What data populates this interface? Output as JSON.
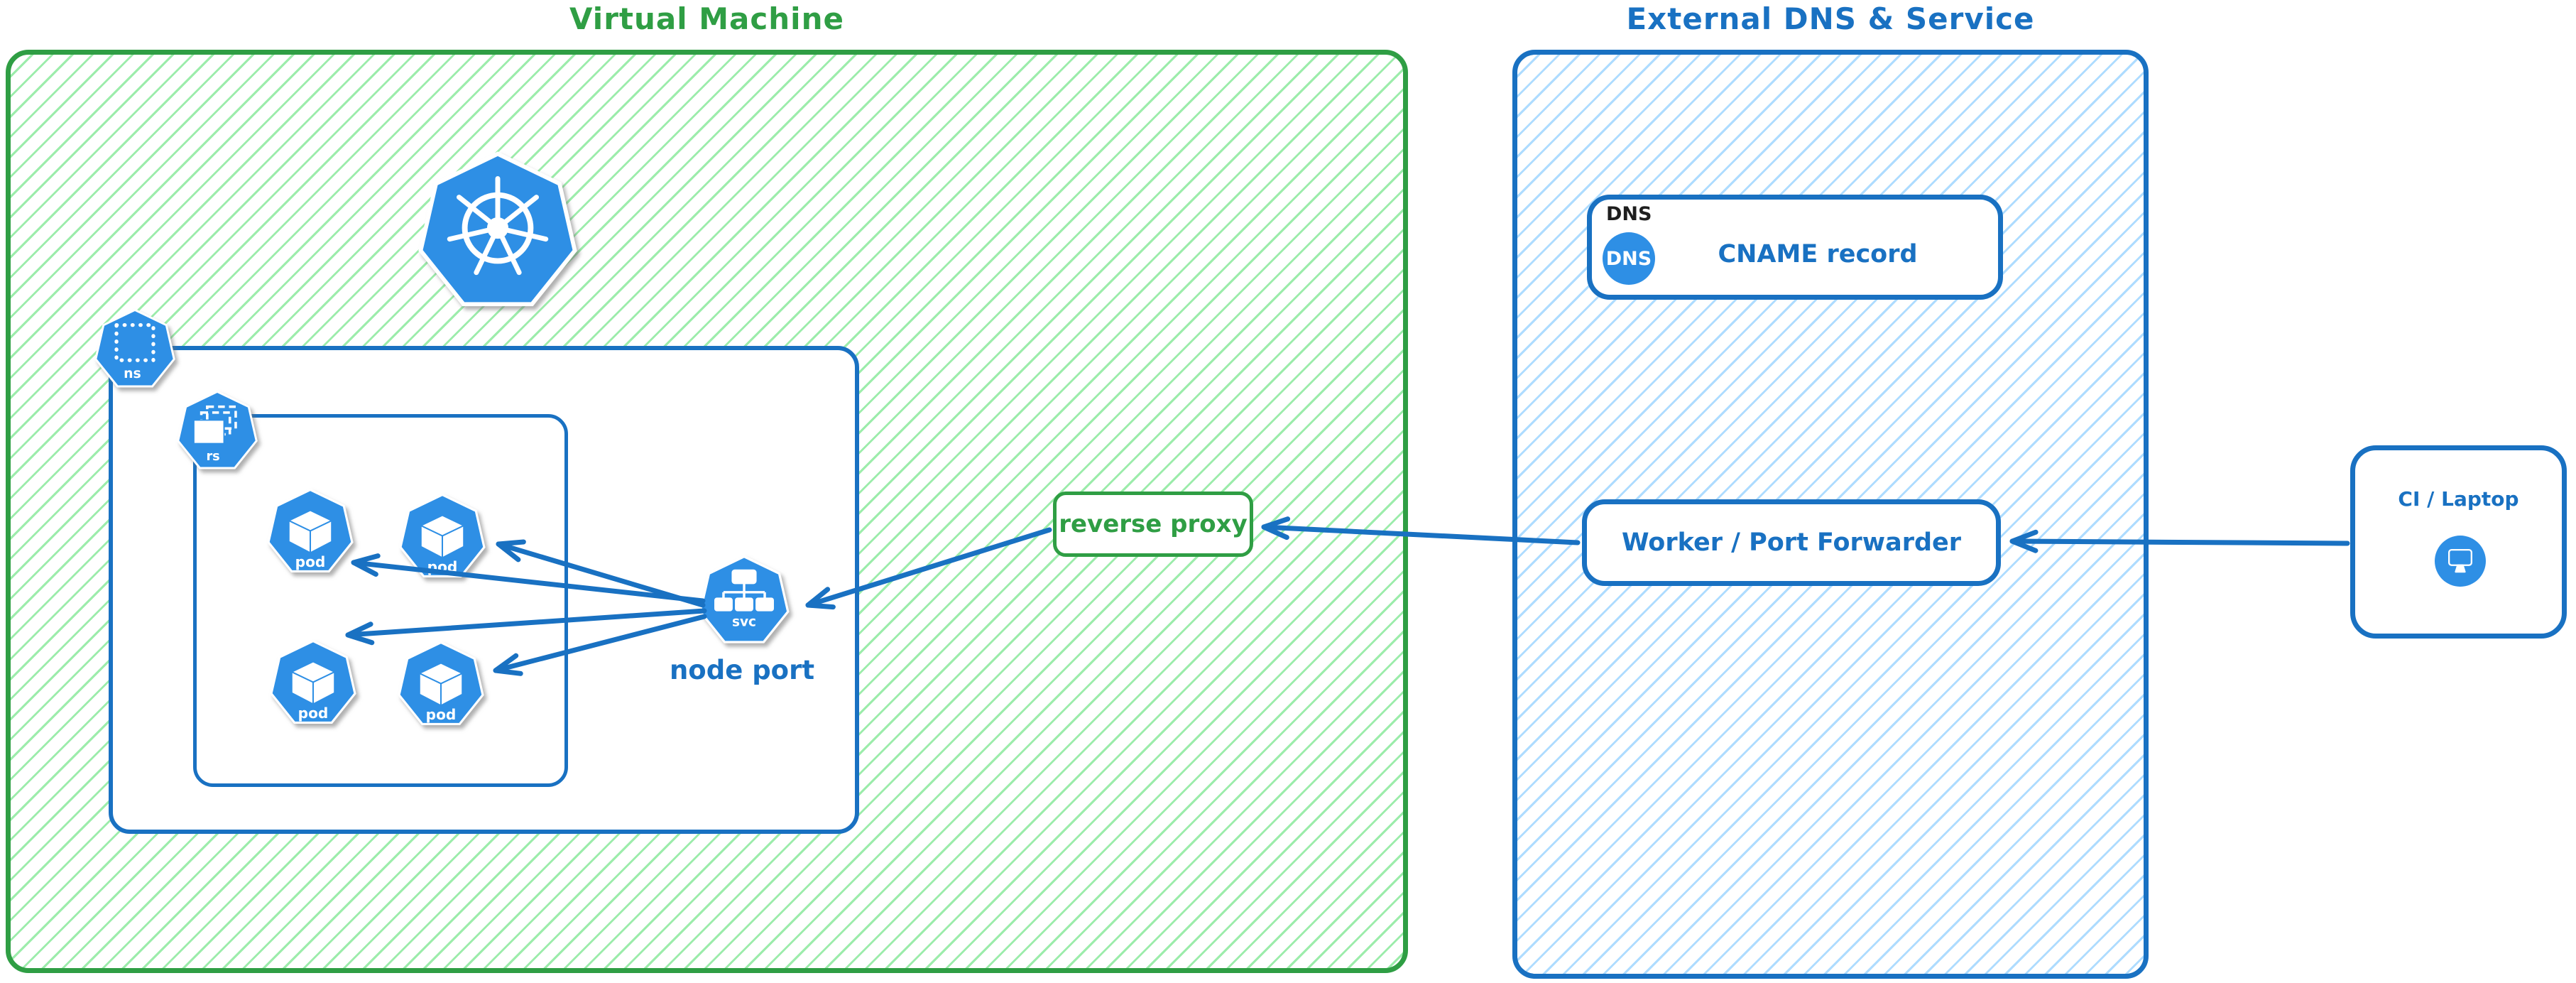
{
  "colors": {
    "green": "#2f9e44",
    "green_hatch": "#b2f2bb",
    "blue": "#1971c2",
    "blue_hatch": "#a5d8ff",
    "icon_blue": "#2e8fe5",
    "black": "#1e1e1e"
  },
  "vm": {
    "title": "Virtual Machine",
    "namespace_badge": "ns",
    "replicaset_badge": "rs",
    "pod_label": "pod",
    "service_badge": "svc",
    "service_caption": "node port",
    "pod_count": 4
  },
  "reverse_proxy": {
    "label": "reverse proxy"
  },
  "external": {
    "title": "External DNS & Service",
    "dns_record": {
      "tag": "DNS",
      "badge": "DNS",
      "label": "CNAME record"
    },
    "worker": {
      "label": "Worker / Port Forwarder"
    }
  },
  "client": {
    "label": "CI / Laptop"
  },
  "icons": {
    "kubernetes": "kubernetes-wheel-icon",
    "pod": "pod-cube-icon",
    "service": "service-tree-icon",
    "namespace": "namespace-dotted-square-icon",
    "replicaset": "replicaset-stacked-rects-icon",
    "dns": "dns-circle-badge",
    "client": "monitor-icon"
  }
}
